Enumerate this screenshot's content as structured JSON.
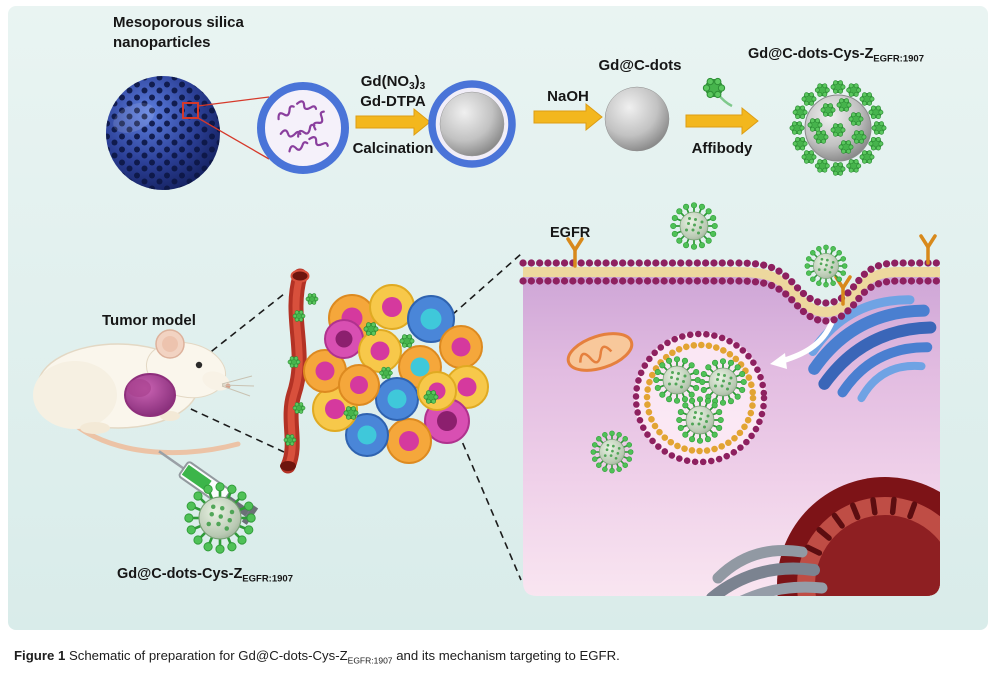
{
  "figure": {
    "top_flow": {
      "msn_label_line1": "Mesoporous silica",
      "msn_label_line2": "nanoparticles",
      "reagent1_a": "Gd(NO",
      "reagent1_sub1": "3",
      "reagent1_b": ")",
      "reagent1_sub2": "3",
      "reagent2": "Gd-DTPA",
      "arrow1_label": "Calcination",
      "arrow2_label": "NaOH",
      "gdcdots_label": "Gd@C-dots",
      "arrow3_label": "Affibody",
      "product_main": "Gd@C-dots-Cys-Z",
      "product_sub": "EGFR:1907"
    },
    "bottom": {
      "tumor_model_label": "Tumor model",
      "injection_main": "Gd@C-dots-Cys-Z",
      "injection_sub": "EGFR:1907",
      "egfr_label": "EGFR"
    },
    "caption": {
      "figure_label": "Figure 1",
      "text_before_sub": " Schematic of preparation for Gd@C-dots-Cys-Z",
      "sub": "EGFR:1907",
      "text_after_sub": " and its mechanism targeting to EGFR."
    },
    "colors": {
      "background": "#e3efed",
      "arrow_yellow": "#f3b71e",
      "nanoparticle_green": "#46b44c",
      "silica_blue": "#24388f",
      "membrane_purple": "#8e2160",
      "cytoplasm_pink": "#f2d3e9",
      "vessel_red": "#b33225"
    }
  }
}
